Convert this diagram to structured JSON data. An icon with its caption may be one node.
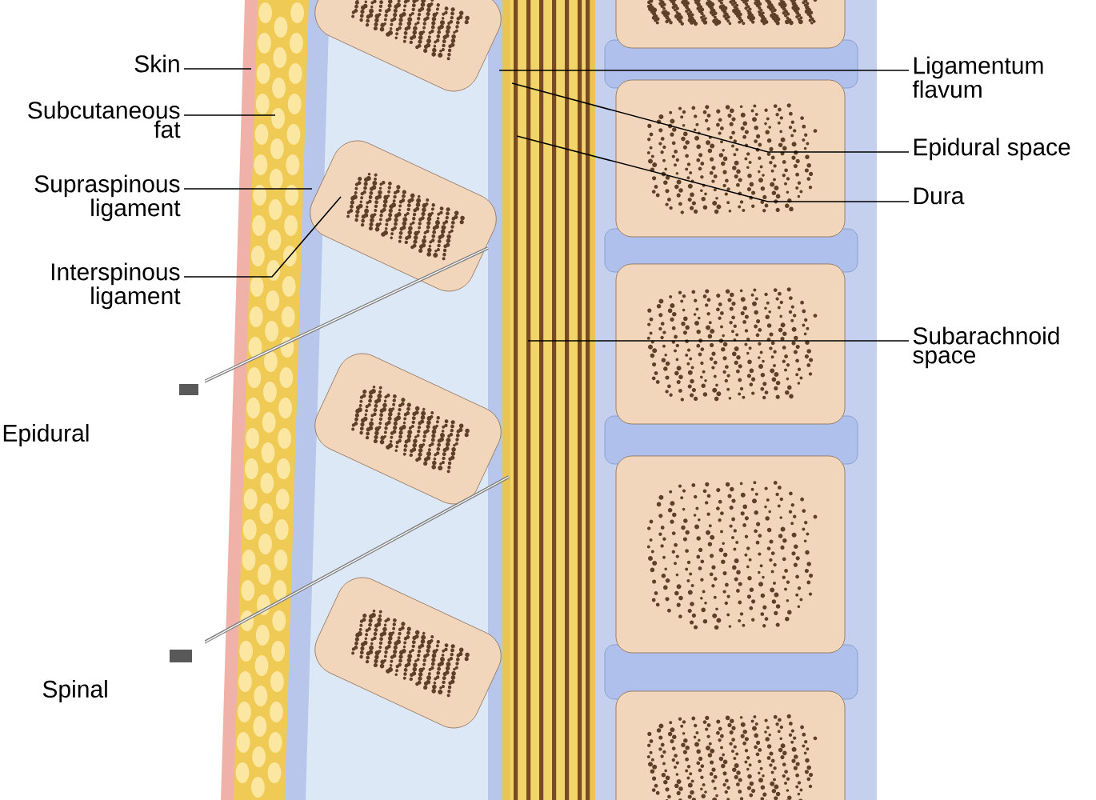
{
  "diagram": {
    "nodes": [
      {
        "text": [
          "Skin"
        ]
      },
      {
        "text": [
          "Subcutaneous fat"
        ]
      },
      {
        "text": [
          "Supraspinous ligament"
        ]
      },
      {
        "text": [
          "Interspinous ligament"
        ]
      },
      {
        "text": [
          "Ligamentum flavum"
        ]
      },
      {
        "text": [
          "Epidural space"
        ]
      },
      {
        "text": [
          "Dura"
        ]
      },
      {
        "text": [
          "Subarachnoid space"
        ]
      }
    ],
    "edges": [
      {
        "from": 0,
        "to": null,
        "arrow": "none"
      },
      {
        "from": 1,
        "to": null,
        "arrow": "none"
      },
      {
        "from": 2,
        "to": null,
        "arrow": "none"
      },
      {
        "from": 3,
        "to": null,
        "arrow": "none"
      },
      {
        "from": 4,
        "to": null,
        "arrow": "none"
      },
      {
        "from": 5,
        "to": null,
        "arrow": "none"
      },
      {
        "from": 6,
        "to": null,
        "arrow": "none"
      },
      {
        "from": 7,
        "to": null,
        "arrow": "none"
      }
    ],
    "labels": [
      "Epidural",
      "Spinal"
    ]
  }
}
